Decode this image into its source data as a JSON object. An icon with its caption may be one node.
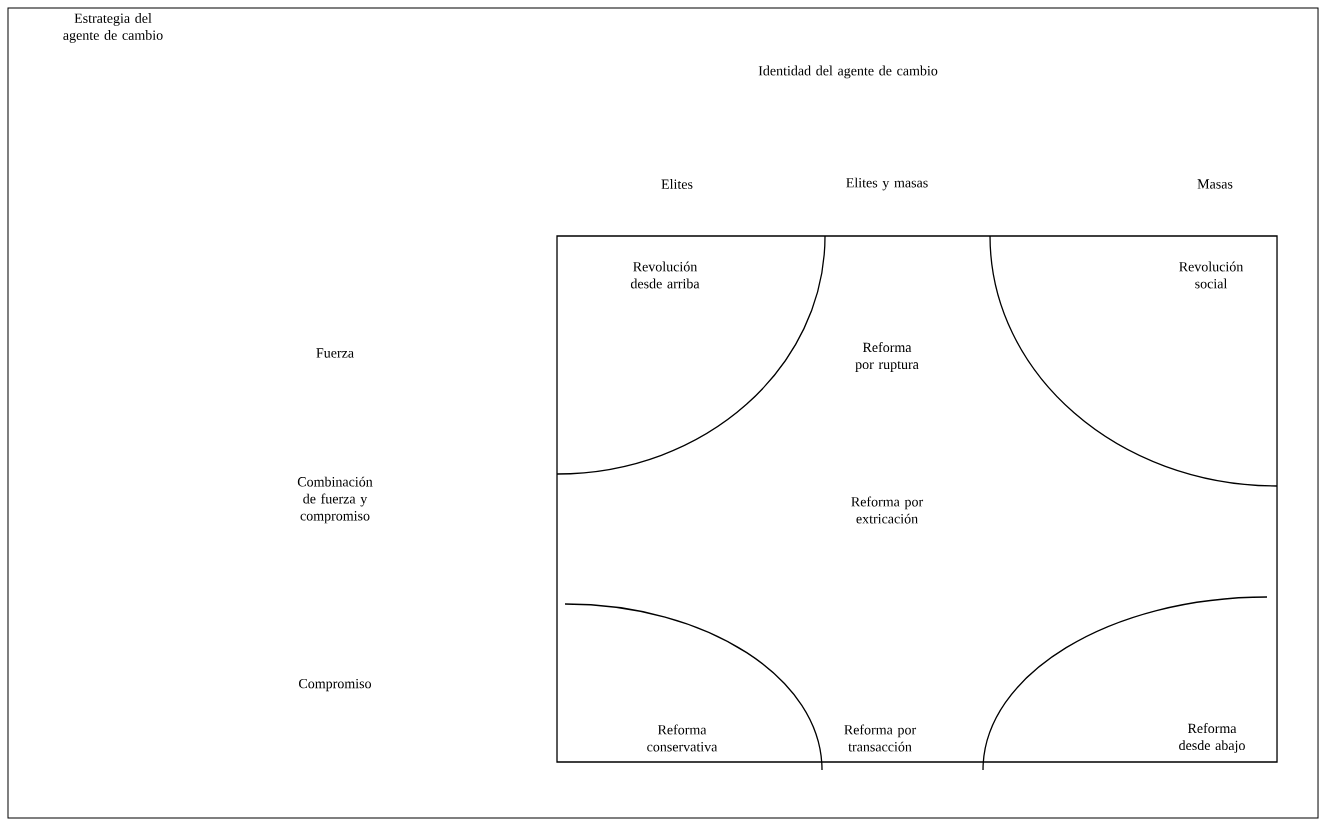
{
  "diagram": {
    "labels": [
      "Estrategia del agente de cambio",
      "Identidad del agente de cambio",
      "Elites",
      "Elites y masas",
      "Masas",
      "Fuerza",
      "Combinación de fuerza y compromiso",
      "Compromiso",
      "Revolución desde arriba",
      "Revolución social",
      "Reforma por ruptura",
      "Reforma por extricación",
      "Reforma conservativa",
      "Reforma por transacción",
      "Reforma desde abajo"
    ]
  }
}
